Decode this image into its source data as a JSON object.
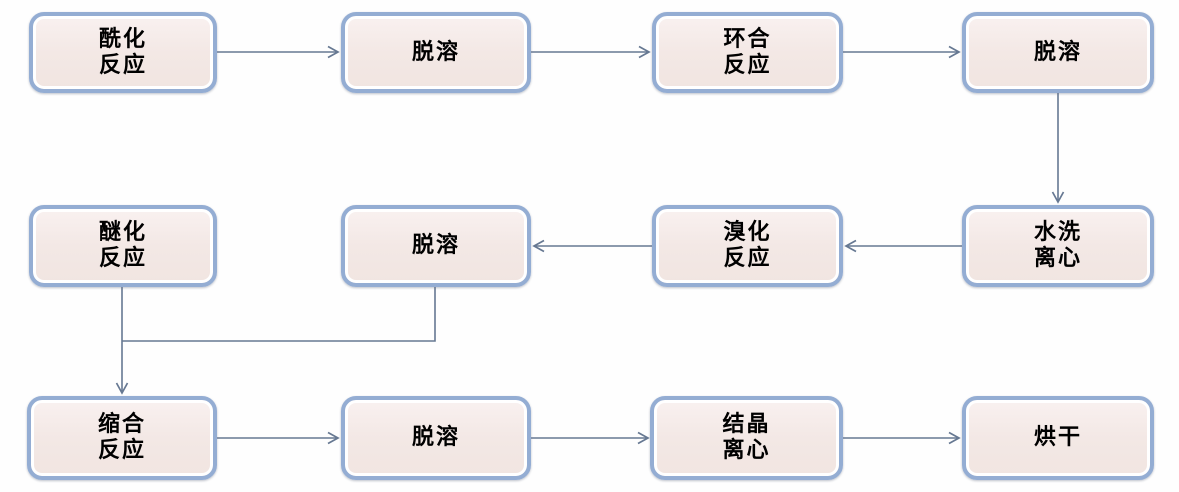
{
  "diagram": {
    "type": "process-flowchart",
    "nodes": [
      {
        "id": "acylation",
        "label": "酰化\n反应"
      },
      {
        "id": "desolvent-1",
        "label": "脱溶"
      },
      {
        "id": "cyclization",
        "label": "环合\n反应"
      },
      {
        "id": "desolvent-2",
        "label": "脱溶"
      },
      {
        "id": "etherification",
        "label": "醚化\n反应"
      },
      {
        "id": "desolvent-3",
        "label": "脱溶"
      },
      {
        "id": "bromination",
        "label": "溴化\n反应"
      },
      {
        "id": "wash-centrifuge",
        "label": "水洗\n离心"
      },
      {
        "id": "condensation",
        "label": "缩合\n反应"
      },
      {
        "id": "desolvent-4",
        "label": "脱溶"
      },
      {
        "id": "crystallization-centrifuge",
        "label": "结晶\n离心"
      },
      {
        "id": "drying",
        "label": "烘干"
      }
    ],
    "edges": [
      {
        "from": "acylation",
        "to": "desolvent-1"
      },
      {
        "from": "desolvent-1",
        "to": "cyclization"
      },
      {
        "from": "cyclization",
        "to": "desolvent-2"
      },
      {
        "from": "desolvent-2",
        "to": "wash-centrifuge"
      },
      {
        "from": "wash-centrifuge",
        "to": "bromination"
      },
      {
        "from": "bromination",
        "to": "desolvent-3"
      },
      {
        "from": "desolvent-3",
        "to": "condensation"
      },
      {
        "from": "etherification",
        "to": "condensation"
      },
      {
        "from": "condensation",
        "to": "desolvent-4"
      },
      {
        "from": "desolvent-4",
        "to": "crystallization-centrifuge"
      },
      {
        "from": "crystallization-centrifuge",
        "to": "drying"
      }
    ],
    "colors": {
      "node_border": "#94add3",
      "node_fill": "#f3e8e5",
      "node_inner_ring": "#ffffff",
      "connector_line": "#667892",
      "text": "#000000",
      "background": "#fefefe"
    }
  }
}
